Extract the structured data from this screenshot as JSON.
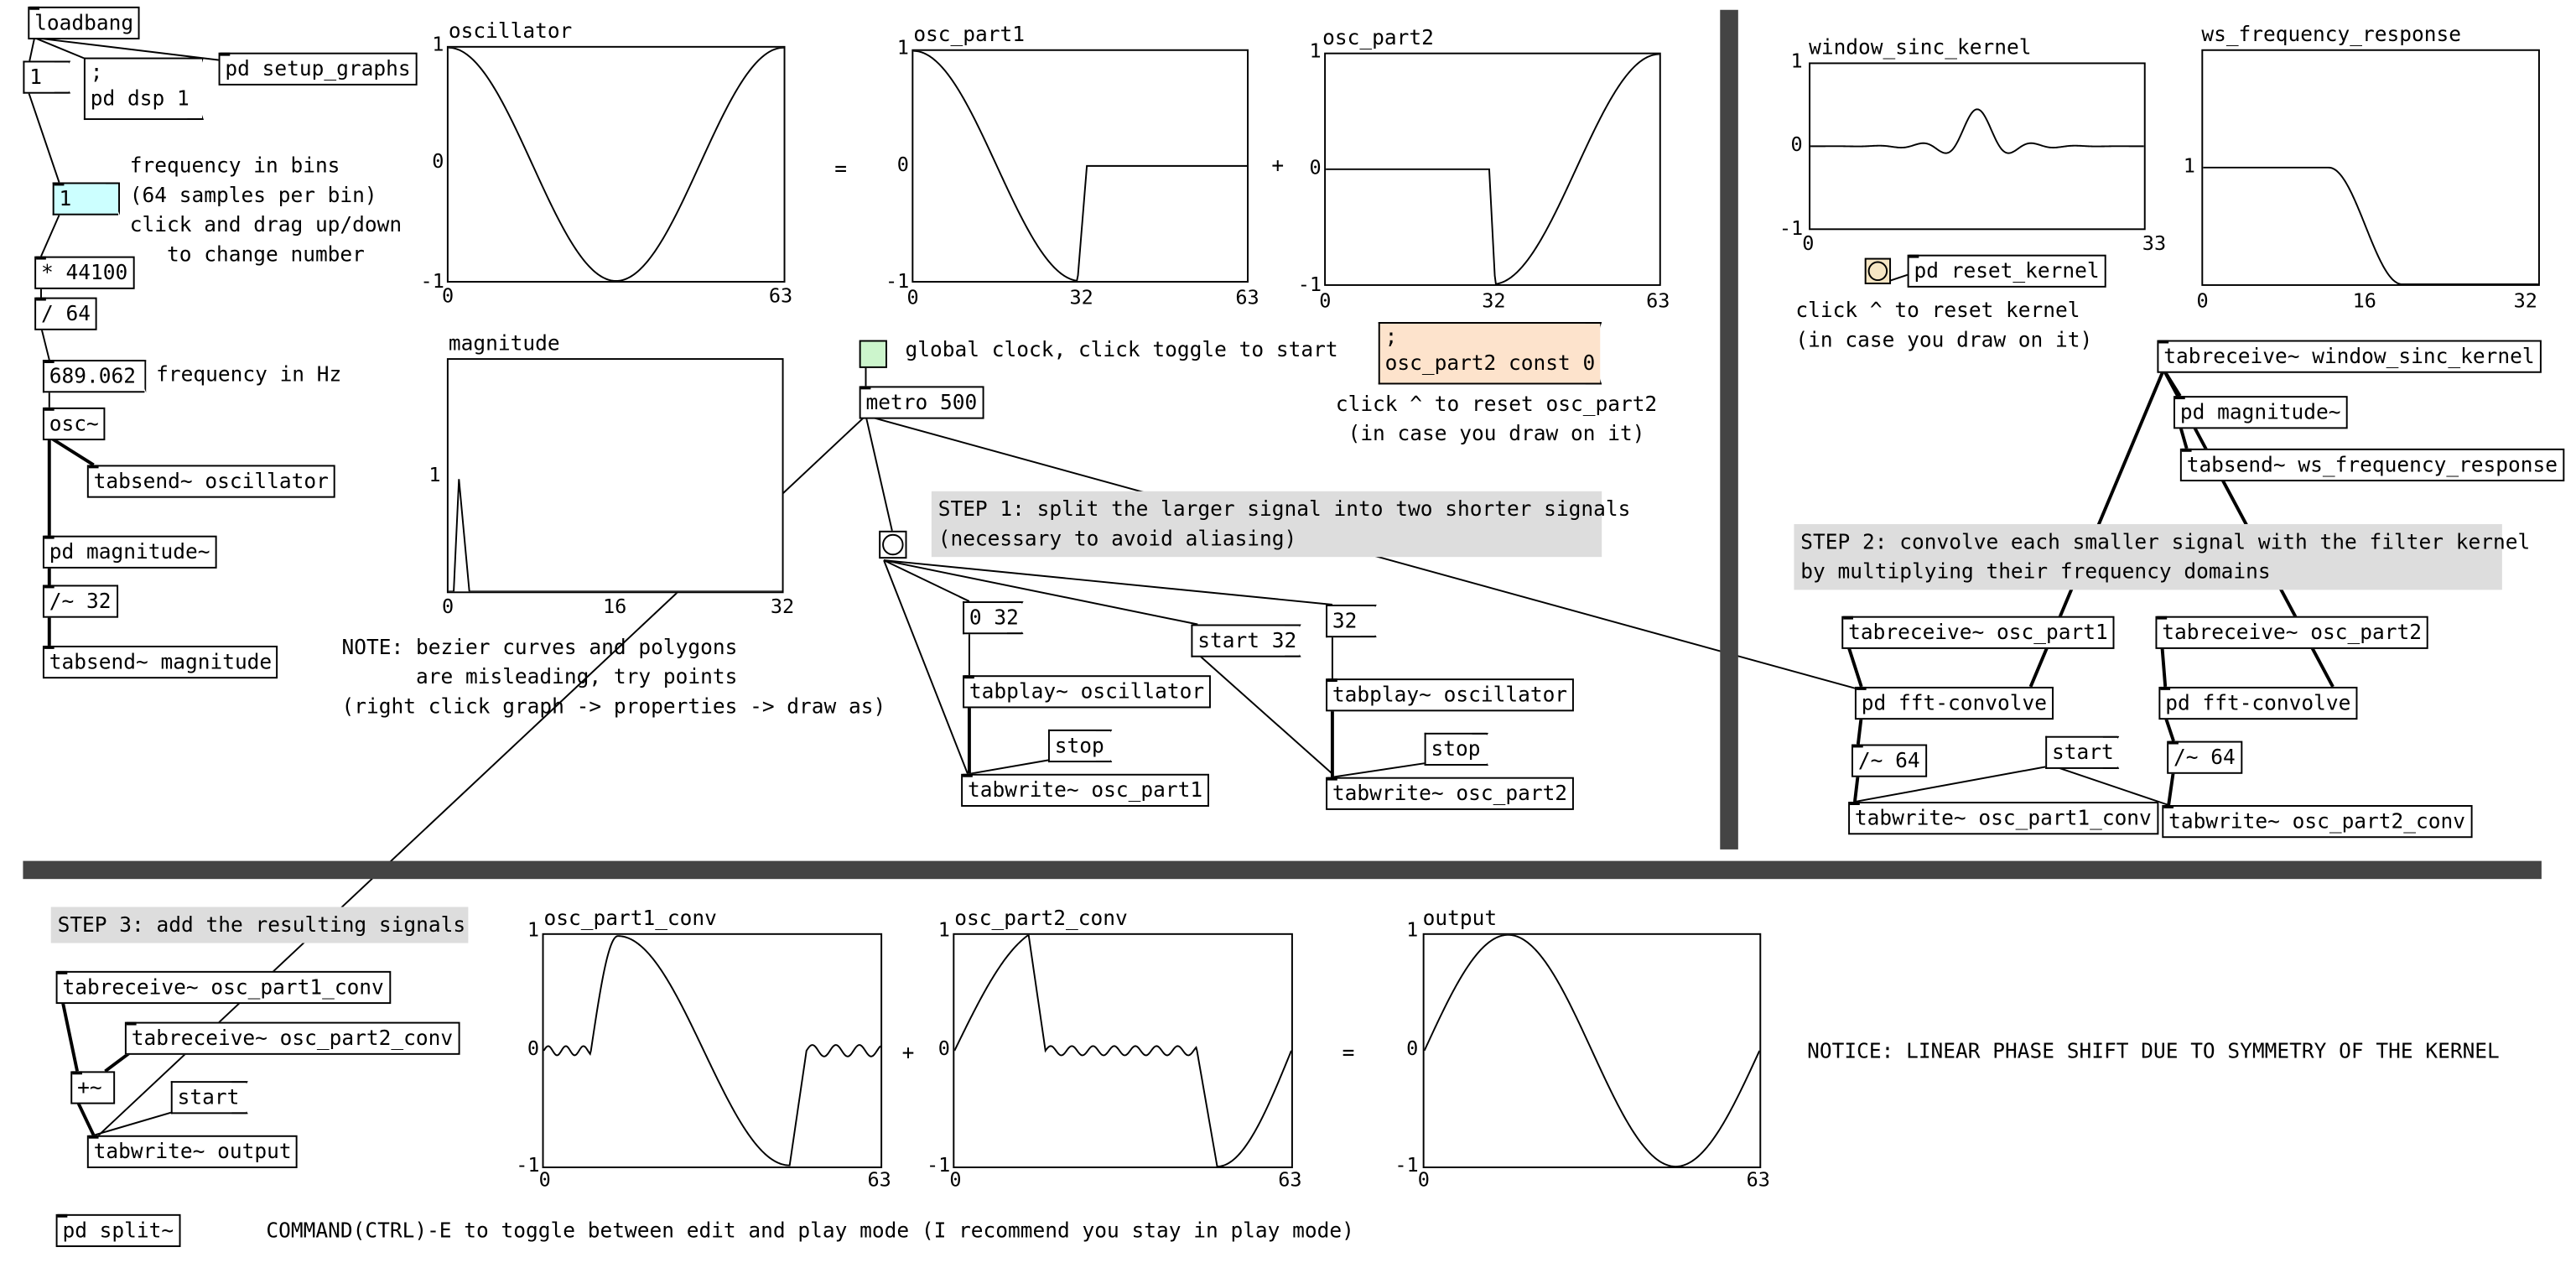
{
  "objects": {
    "loadbang": "loadbang",
    "pd_setup_graphs": "pd setup_graphs",
    "msg_1": "1",
    "msg_dsp": ";\npd dsp 1",
    "num_bins": "1",
    "mul": "* 44100",
    "div": "/ 64",
    "num_hz": "689.062",
    "osc": "osc~",
    "tabsend_osc": "tabsend~ oscillator",
    "pd_magnitude": "pd magnitude~",
    "div32": "/~ 32",
    "tabsend_mag": "tabsend~ magnitude",
    "metro": "metro 500",
    "msg_reset2": ";\nosc_part2 const 0",
    "msg_0_32": "0 32",
    "msg_start32": "start 32",
    "msg_32": "32",
    "tabplay1": "tabplay~ oscillator",
    "tabplay2": "tabplay~ oscillator",
    "stop1": "stop",
    "stop2": "stop",
    "tabwrite_p1": "tabwrite~ osc_part1",
    "tabwrite_p2": "tabwrite~ osc_part2",
    "pd_reset_kernel": "pd reset_kernel",
    "tabreceive_kernel": "tabreceive~ window_sinc_kernel",
    "pd_magnitude2": "pd magnitude~",
    "tabsend_ws": "tabsend~ ws_frequency_response",
    "tabreceive_p1": "tabreceive~ osc_part1",
    "tabreceive_p2": "tabreceive~ osc_part2",
    "fftconv1": "pd fft-convolve",
    "fftconv2": "pd fft-convolve",
    "div64a": "/~ 64",
    "div64b": "/~ 64",
    "msg_start_a": "start",
    "tabwrite_p1c": "tabwrite~ osc_part1_conv",
    "tabwrite_p2c": "tabwrite~ osc_part2_conv",
    "tabreceive_p1c": "tabreceive~ osc_part1_conv",
    "tabreceive_p2c": "tabreceive~ osc_part2_conv",
    "plus": "+~",
    "msg_start_b": "start",
    "tabwrite_out": "tabwrite~ output",
    "pd_split": "pd split~"
  },
  "comments": {
    "freq_bins": "frequency in bins\n(64 samples per bin)\nclick and drag up/down\n   to change number",
    "freq_hz": "frequency in Hz",
    "note": "NOTE: bezier curves and polygons\n      are misleading, try points\n(right click graph -> properties -> draw as)",
    "equals1": "=",
    "plus1": "+",
    "global_clock": "global clock, click toggle to start",
    "reset_osc2": "click ^ to reset osc_part2\n (in case you draw on it)",
    "step1": "STEP 1: split the larger signal into two shorter signals\n(necessary to avoid aliasing)",
    "reset_kernel": "click ^ to reset kernel\n(in case you draw on it)",
    "step2": "STEP 2: convolve each smaller signal with the filter kernel\nby multiplying their frequency domains",
    "step3": "STEP 3: add the resulting signals",
    "plus3": "+",
    "equals3": "=",
    "notice": "NOTICE: LINEAR PHASE SHIFT DUE TO SYMMETRY OF THE KERNEL",
    "command": "COMMAND(CTRL)-E to toggle between edit and play mode (I recommend you stay in play mode)"
  },
  "graphs": {
    "oscillator": {
      "title": "oscillator",
      "ymax": "1",
      "ymid": "0",
      "ymin": "-1",
      "x0": "0",
      "x1": "63"
    },
    "osc_part1": {
      "title": "osc_part1",
      "ymax": "1",
      "ymid": "0",
      "ymin": "-1",
      "x0": "0",
      "xm": "32",
      "x1": "63"
    },
    "osc_part2": {
      "title": "osc_part2",
      "ymax": "1",
      "ymid": "0",
      "ymin": "-1",
      "x0": "0",
      "xm": "32",
      "x1": "63"
    },
    "magnitude": {
      "title": "magnitude",
      "y1": "1",
      "x0": "0",
      "xm": "16",
      "x1": "32"
    },
    "window_sinc_kernel": {
      "title": "window_sinc_kernel",
      "ymax": "1",
      "ymid": "0",
      "ymin": "-1",
      "x0": "0",
      "x1": "33"
    },
    "ws_frequency_response": {
      "title": "ws_frequency_response",
      "y1": "1",
      "x0": "0",
      "xm": "16",
      "x1": "32"
    },
    "osc_part1_conv": {
      "title": "osc_part1_conv",
      "ymax": "1",
      "ymid": "0",
      "ymin": "-1",
      "x0": "0",
      "x1": "63"
    },
    "osc_part2_conv": {
      "title": "osc_part2_conv",
      "ymax": "1",
      "ymid": "0",
      "ymin": "-1",
      "x0": "0",
      "x1": "63"
    },
    "output": {
      "title": "output",
      "ymax": "1",
      "ymid": "0",
      "ymin": "-1",
      "x0": "0",
      "x1": "63"
    }
  },
  "colors": {
    "toggle_fill": "#ccf5cc",
    "number_fill": "#ccffff",
    "reset_msg_fill": "#fde3cc",
    "bang_fill": "#f6e6c4",
    "divider": "#333333",
    "comment_bg": "#dddddd"
  }
}
